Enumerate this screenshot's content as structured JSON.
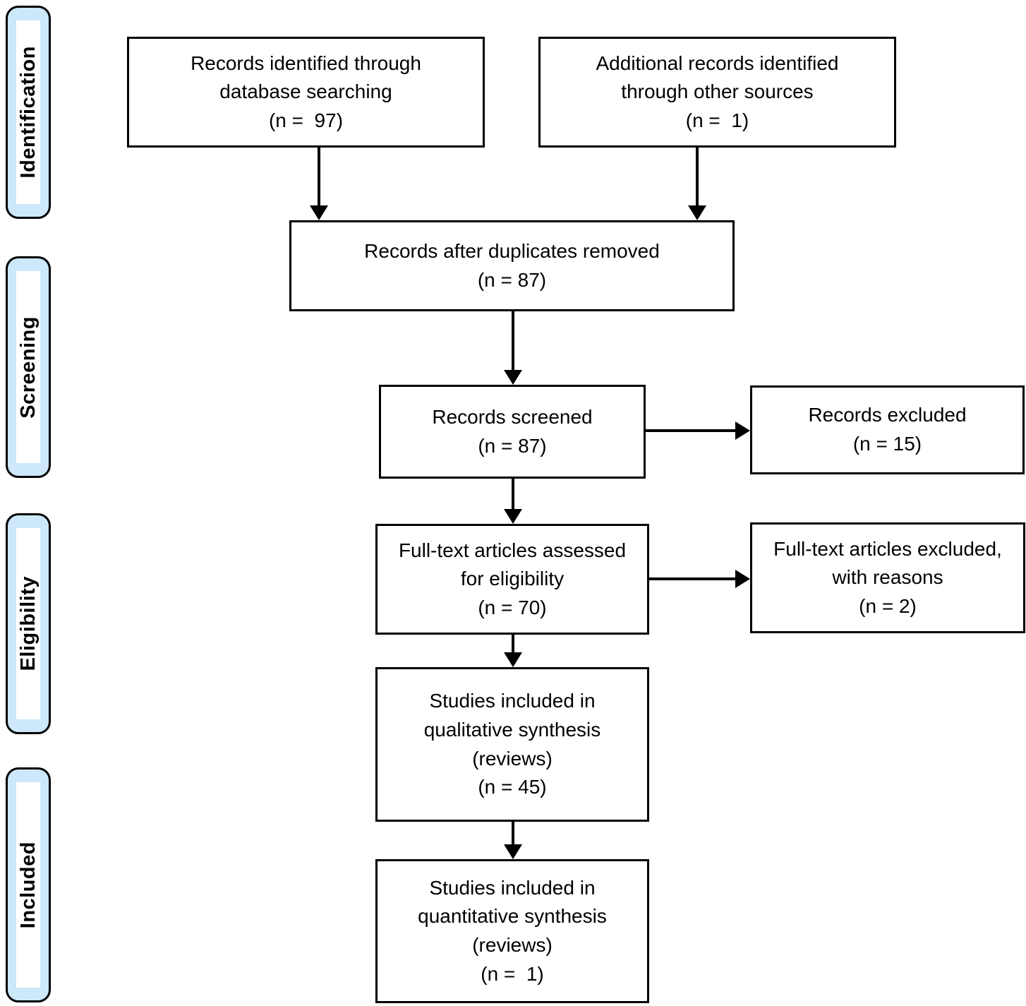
{
  "diagram_type": "prisma-flow-diagram",
  "colors": {
    "stage_fill": "#cce8fa",
    "box_fill": "#ffffff",
    "line": "#000000",
    "text": "#000000"
  },
  "sidebar": {
    "stages": [
      {
        "id": "identification",
        "label": "Identification"
      },
      {
        "id": "screening",
        "label": "Screening"
      },
      {
        "id": "eligibility",
        "label": "Eligibility"
      },
      {
        "id": "included",
        "label": "Included"
      }
    ]
  },
  "flow": {
    "records_identified": {
      "text": "Records identified through\ndatabase searching\n(n =  97)",
      "n": 97
    },
    "additional_records": {
      "text": "Additional records identified\nthrough other sources\n(n =  1)",
      "n": 1
    },
    "after_duplicates": {
      "text": "Records after duplicates removed\n(n = 87)",
      "n": 87
    },
    "records_screened": {
      "text": "Records screened\n(n = 87)",
      "n": 87
    },
    "records_excluded": {
      "text": "Records excluded\n(n = 15)",
      "n": 15
    },
    "fulltext_assessed": {
      "text": "Full-text articles assessed\nfor eligibility\n(n = 70)",
      "n": 70
    },
    "fulltext_excluded": {
      "text": "Full-text articles excluded,\nwith reasons\n(n = 2)",
      "n": 2
    },
    "qualitative_included": {
      "text": "Studies included in\nqualitative synthesis\n(reviews)\n(n = 45)",
      "n": 45
    },
    "quantitative_included": {
      "text": "Studies included in\nquantitative synthesis\n(reviews)\n(n =  1)",
      "n": 1
    }
  }
}
